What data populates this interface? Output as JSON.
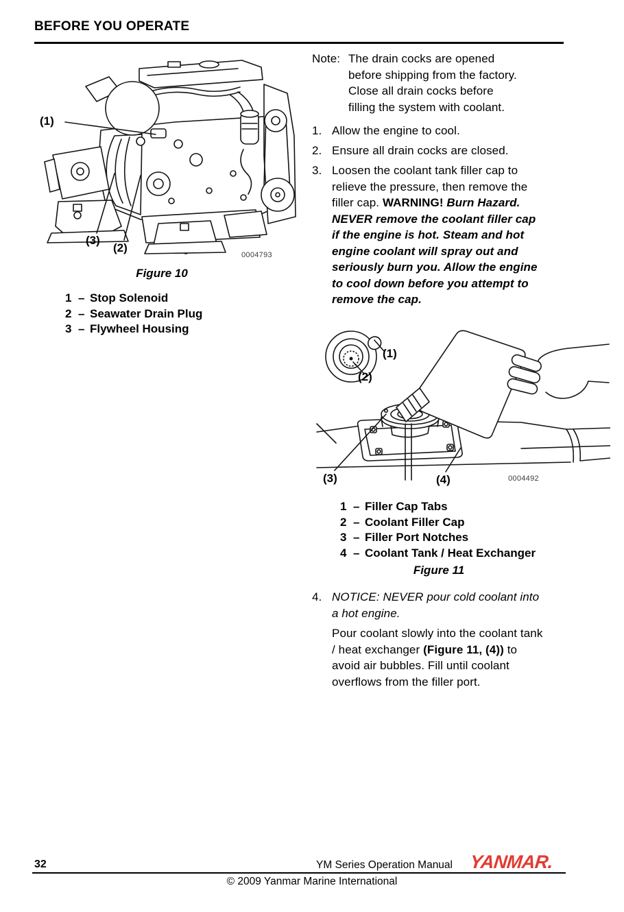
{
  "header": {
    "title": "BEFORE YOU OPERATE"
  },
  "legend_dash": "–",
  "figure10": {
    "callout1": "(1)",
    "callout2": "(2)",
    "callout3": "(3)",
    "image_number": "0004793",
    "caption": "Figure 10",
    "legend": [
      {
        "num": "1",
        "label": "Stop Solenoid"
      },
      {
        "num": "2",
        "label": "Seawater Drain Plug"
      },
      {
        "num": "3",
        "label": "Flywheel Housing"
      }
    ]
  },
  "note": {
    "label": "Note:",
    "text": [
      "The drain cocks are opened",
      "before shipping from the factory.",
      "Close all drain cocks before",
      "filling the system with coolant."
    ]
  },
  "steps": {
    "s1": {
      "num": "1.",
      "text": "Allow the engine to cool."
    },
    "s2": {
      "num": "2.",
      "text": "Ensure all drain cocks are closed."
    },
    "s3": {
      "num": "3.",
      "text_start": [
        "Loosen the coolant tank filler cap to",
        "relieve the pressure, then remove the",
        "filler cap. "
      ],
      "warning_label": "WARNING!",
      "warning_text": [
        " Burn Hazard.",
        "NEVER remove the coolant filler cap",
        "if the engine is hot. Steam and hot",
        "engine coolant will spray out and",
        "seriously burn you. Allow the engine",
        "to cool down before you attempt to",
        "remove the cap."
      ]
    },
    "s4": {
      "num": "4.",
      "notice": [
        "NOTICE: NEVER pour cold coolant into",
        "a hot engine."
      ],
      "para_start": [
        "Pour coolant slowly into the coolant tank",
        "/ heat exchanger "
      ],
      "figure_ref": "(Figure 11, (4))",
      "para_end": [
        " to",
        "avoid air bubbles. Fill until coolant",
        "overflows from the filler port."
      ]
    }
  },
  "figure11": {
    "callout1": "(1)",
    "callout2": "(2)",
    "callout3": "(3)",
    "callout4": "(4)",
    "image_number": "0004492",
    "caption": "Figure 11",
    "legend": [
      {
        "num": "1",
        "label": "Filler Cap Tabs"
      },
      {
        "num": "2",
        "label": "Coolant Filler Cap"
      },
      {
        "num": "3",
        "label": "Filler Port Notches"
      },
      {
        "num": "4",
        "label": "Coolant Tank / Heat Exchanger"
      }
    ]
  },
  "footer": {
    "page_number": "32",
    "manual_title": "YM Series Operation Manual",
    "brand": "YANMAR.",
    "brand_color": "#e23b31",
    "copyright": "© 2009 Yanmar Marine International"
  }
}
